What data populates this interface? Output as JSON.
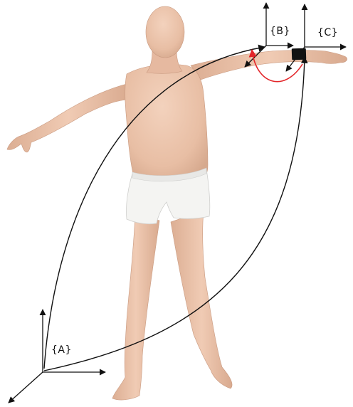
{
  "frames": {
    "a": {
      "label": "{A}"
    },
    "b": {
      "label": "{B}"
    },
    "c": {
      "label": "{C}"
    }
  },
  "colors": {
    "background": "#ffffff",
    "skin": "#ecc4ab",
    "skin_shadow": "#d6a98e",
    "shorts": "#f4f4f2",
    "shorts_shadow": "#d8d8d6",
    "sensor_band": "#111111",
    "axis_stroke": "#111111",
    "relative_transform_arrow": "#e3262a"
  }
}
